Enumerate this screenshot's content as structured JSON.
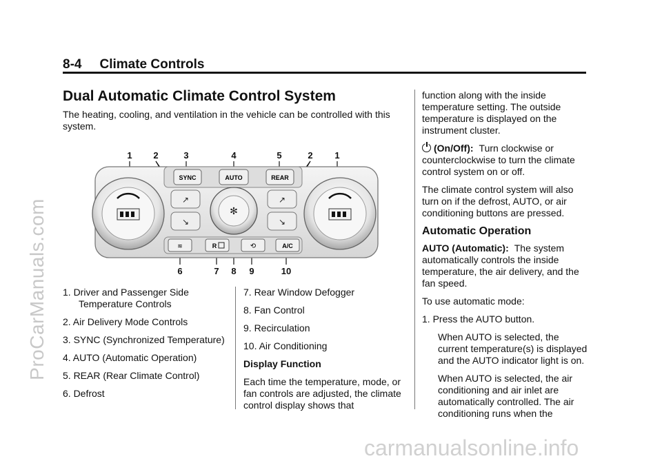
{
  "header": {
    "page_number": "8-4",
    "section": "Climate Controls"
  },
  "watermarks": {
    "side": "ProCarManuals.com",
    "bottom": "carmanualsonline.info"
  },
  "title": "Dual Automatic Climate Control System",
  "intro": "The heating, cooling, and ventilation in the vehicle can be controlled with this system.",
  "figure": {
    "callouts_top": [
      "1",
      "2",
      "3",
      "4",
      "5",
      "2",
      "1"
    ],
    "callouts_bottom": [
      "6",
      "7",
      "8",
      "9",
      "10"
    ],
    "buttons": {
      "sync": "SYNC",
      "auto": "AUTO",
      "rear": "REAR",
      "ac": "A/C",
      "rear_defog": "R"
    }
  },
  "legend": [
    "1. Driver and Passenger Side Temperature Controls",
    "2. Air Delivery Mode Controls",
    "3. SYNC (Synchronized Temperature)",
    "4. AUTO (Automatic Operation)",
    "5. REAR (Rear Climate Control)",
    "6. Defrost",
    "7. Rear Window Defogger",
    "8. Fan Control",
    "9. Recirculation",
    "10.   Air Conditioning"
  ],
  "display_function": {
    "heading": "Display Function",
    "text": "Each time the temperature, mode, or fan controls are adjusted, the climate control display shows that"
  },
  "right": {
    "continuation": "function along with the inside temperature setting. The outside temperature is displayed on the instrument cluster.",
    "onoff_label": "(On/Off):",
    "onoff_text": "Turn clockwise or counterclockwise to turn the climate control system on or off.",
    "also_on": "The climate control system will also turn on if the defrost, AUTO, or air conditioning buttons are pressed.",
    "auto_heading": "Automatic Operation",
    "auto_label": "AUTO (Automatic):",
    "auto_text": "The system automatically controls the inside temperature, the air delivery, and the fan speed.",
    "to_use": "To use automatic mode:",
    "step1": "1. Press the AUTO button.",
    "step1_p1": "When AUTO is selected, the current temperature(s) is displayed and the AUTO indicator light is on.",
    "step1_p2": "When AUTO is selected, the air conditioning and air inlet are automatically controlled. The air conditioning runs when the"
  }
}
